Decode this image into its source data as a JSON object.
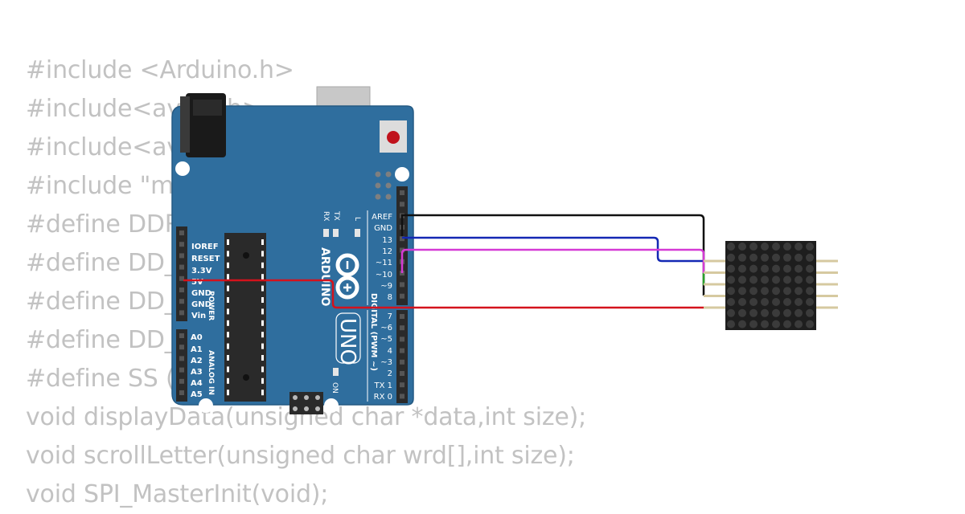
{
  "code_lines": [
    "#include <Arduino.h>",
    "#include<avr/io.h>",
    "#include<avr/",
    "#include \"m",
    "#define DDR",
    "#define DD_",
    "#define DD_",
    "#define DD_",
    "#define SS (",
    "void displayData(unsigned char *data,int size);",
    "void scrollLetter(unsigned char wrd[],int size);",
    "void SPI_MasterInit(void);"
  ],
  "board": {
    "brand": "ARDUINO",
    "model": "UNO",
    "power_pins": [
      "IOREF",
      "RESET",
      "3.3V",
      "5V",
      "GND",
      "GND",
      "Vin"
    ],
    "power_header": "POWER",
    "analog_pins": [
      "A0",
      "A1",
      "A2",
      "A3",
      "A4",
      "A5"
    ],
    "analog_header": "ANALOG IN",
    "digital_top_pins": [
      "AREF",
      "GND",
      "13",
      "12",
      "~11",
      "~10",
      "~9",
      "8"
    ],
    "digital_bottom_pins": [
      "7",
      "~6",
      "~5",
      "4",
      "~3",
      "2",
      "TX 1",
      "RX 0"
    ],
    "digital_header": "DIGITAL (PWM ~)",
    "led_labels": [
      "TX",
      "RX",
      "L",
      "ON"
    ],
    "color": "#2f6e9e"
  },
  "wires": [
    {
      "from": "GND",
      "to": "matrix GND",
      "color": "#111111"
    },
    {
      "from": "13",
      "to": "matrix CLK",
      "color": "#1428b4"
    },
    {
      "from": "~11",
      "to": "matrix DIN",
      "color": "#d53ad5"
    },
    {
      "from": "~10",
      "to": "matrix CS",
      "color": "#2aa02a"
    },
    {
      "from": "5V",
      "to": "matrix VCC",
      "color": "#d4121c"
    }
  ],
  "matrix": {
    "rows": 8,
    "cols": 8,
    "color": "#1e1e1e"
  }
}
